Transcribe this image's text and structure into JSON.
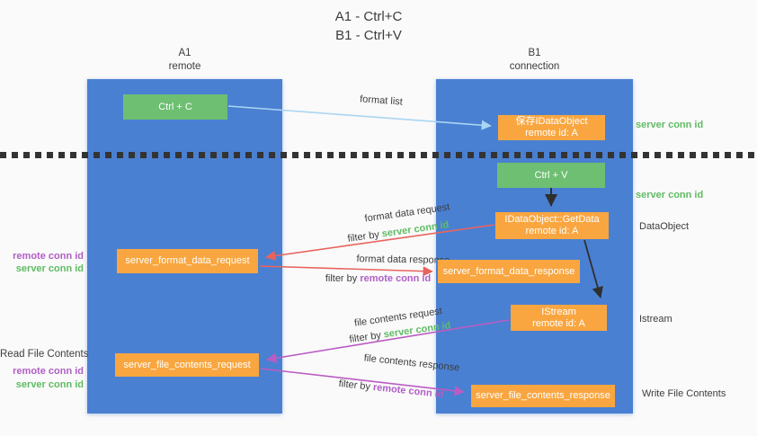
{
  "title": {
    "line1": "A1 - Ctrl+C",
    "line2": "B1 - Ctrl+V"
  },
  "columns": {
    "left": {
      "label": "A1",
      "sublabel": "remote"
    },
    "right": {
      "label": "B1",
      "sublabel": "connection"
    }
  },
  "nodes": {
    "ctrl_c": {
      "label": "Ctrl + C"
    },
    "save_idataobject": {
      "line1": "保存IDataObject",
      "line2": "remote id: A"
    },
    "ctrl_v": {
      "label": "Ctrl + V"
    },
    "getdata": {
      "line1": "IDataObject::GetData",
      "line2": "remote id: A"
    },
    "server_format_data_request": {
      "label": "server_format_data_request"
    },
    "server_format_data_response": {
      "label": "server_format_data_response"
    },
    "istream": {
      "line1": "IStream",
      "line2": "remote id: A"
    },
    "server_file_contents_request": {
      "label": "server_file_contents_request"
    },
    "server_file_contents_response": {
      "label": "server_file_contents_response"
    }
  },
  "arrow_labels": {
    "format_list": "format list",
    "format_data_request": "format data request",
    "format_data_response": "format data response",
    "file_contents_request": "file contents request",
    "file_contents_response": "file contents response",
    "filter_by": "filter by",
    "server_conn_id": "server conn id",
    "remote_conn_id": "remote conn id"
  },
  "side_labels": {
    "server_conn_id_top": "server conn id",
    "server_conn_id_mid": "server conn id",
    "data_object": "DataObject",
    "istream": "Istream",
    "write_file_contents": "Write File Contents",
    "read_file_contents": "Read File Contents",
    "remote_conn_id_left_top": "remote conn id",
    "server_conn_id_left_top": "server conn id",
    "remote_conn_id_left_bottom": "remote conn id",
    "server_conn_id_left_bottom": "server conn id"
  },
  "colors": {
    "bg": "#fafafa",
    "column-blue": "#4a80d2",
    "box-green": "#6ebf72",
    "box-orange": "#f9a640",
    "box-text": "#ffffff",
    "arrow-blue": "#a9d5f2",
    "arrow-red": "#e8645e",
    "arrow-magenta": "#bb5cc3",
    "arrow-black": "#2f2f2f",
    "text-dark": "#3d3d3d",
    "text-green": "#5fbb63",
    "text-purple": "#b05fc6"
  }
}
